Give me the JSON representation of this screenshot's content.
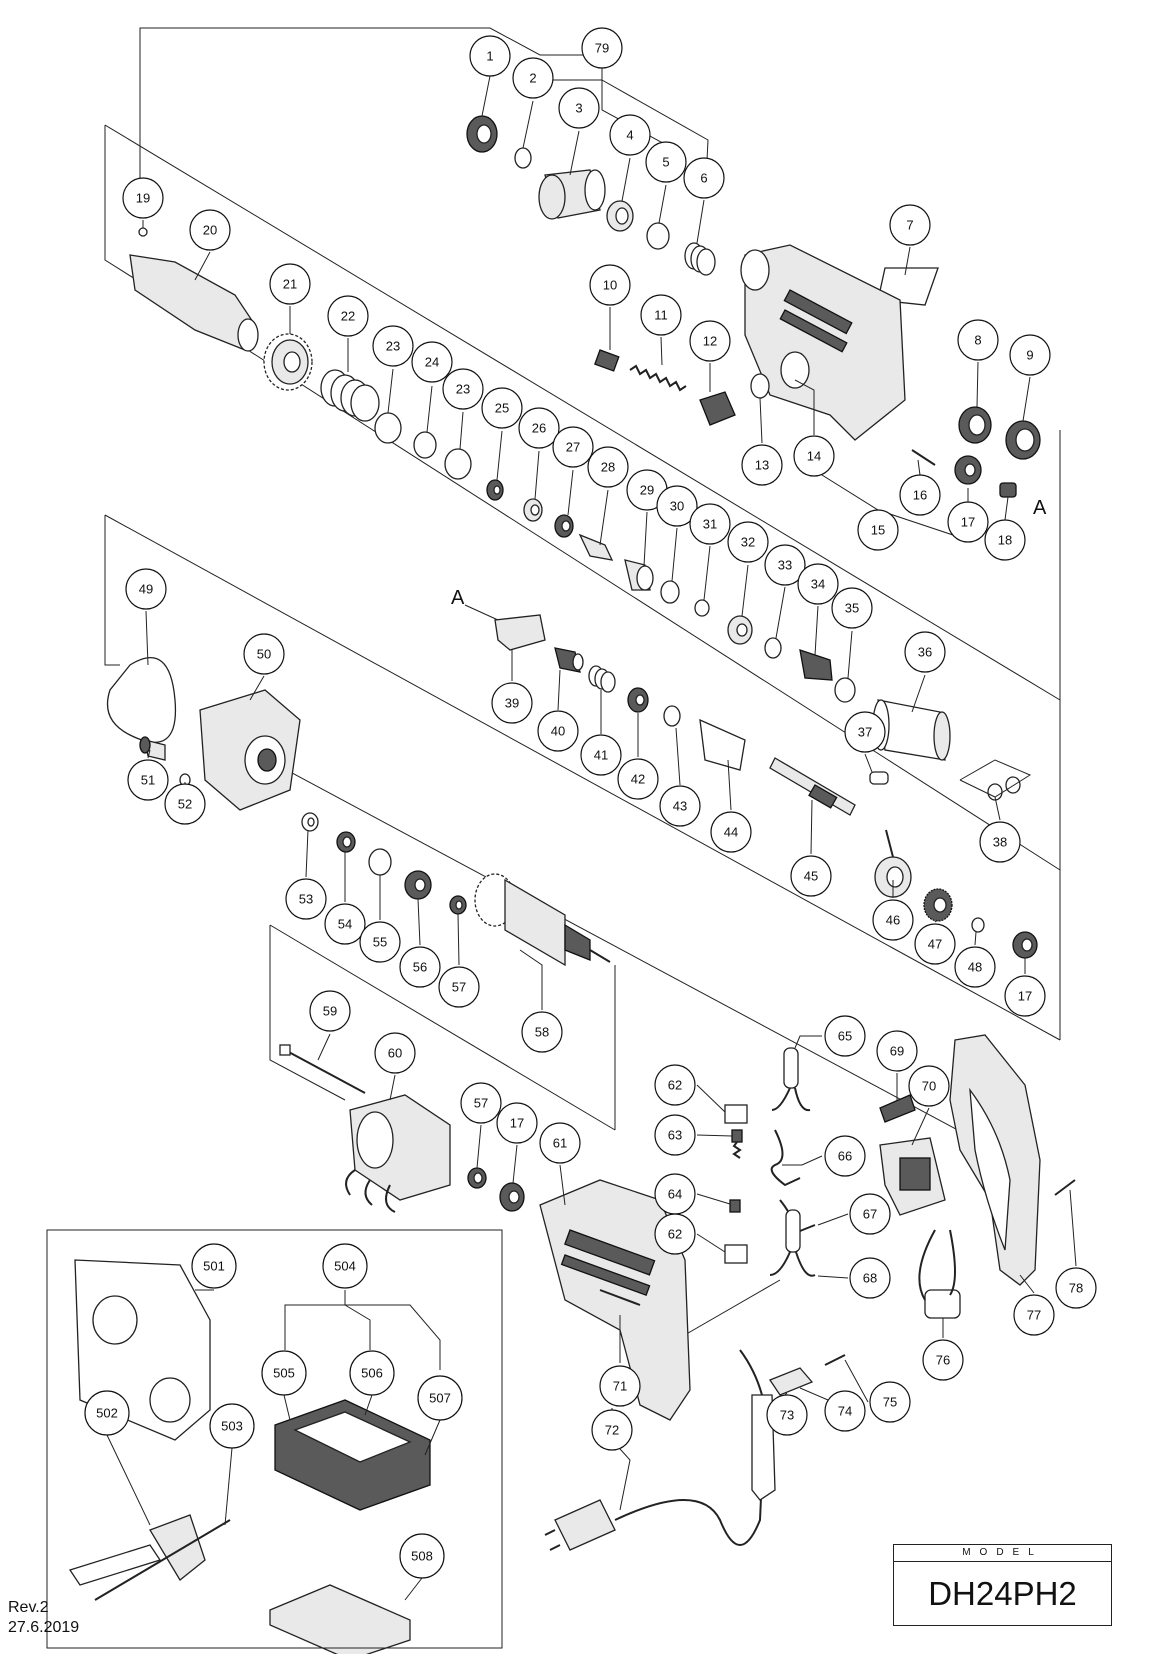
{
  "diagram": {
    "callouts": [
      "1",
      "2",
      "3",
      "4",
      "5",
      "6",
      "7",
      "8",
      "9",
      "10",
      "11",
      "12",
      "13",
      "14",
      "15",
      "16",
      "17",
      "18",
      "19",
      "20",
      "21",
      "22",
      "23",
      "24",
      "23",
      "25",
      "26",
      "27",
      "28",
      "29",
      "30",
      "31",
      "32",
      "33",
      "34",
      "35",
      "36",
      "37",
      "38",
      "39",
      "40",
      "41",
      "42",
      "43",
      "44",
      "45",
      "46",
      "47",
      "48",
      "17",
      "49",
      "50",
      "51",
      "52",
      "53",
      "54",
      "55",
      "56",
      "57",
      "58",
      "59",
      "60",
      "57",
      "17",
      "61",
      "62",
      "63",
      "64",
      "62",
      "65",
      "66",
      "67",
      "68",
      "69",
      "70",
      "71",
      "72",
      "73",
      "74",
      "75",
      "76",
      "77",
      "78",
      "79",
      "501",
      "502",
      "503",
      "504",
      "505",
      "506",
      "507",
      "508"
    ],
    "reference_letters": [
      "A",
      "A"
    ]
  },
  "model_box": {
    "label": "MODEL",
    "name": "DH24PH2"
  },
  "revision": {
    "rev": "Rev.2",
    "date": "27.6.2019"
  }
}
